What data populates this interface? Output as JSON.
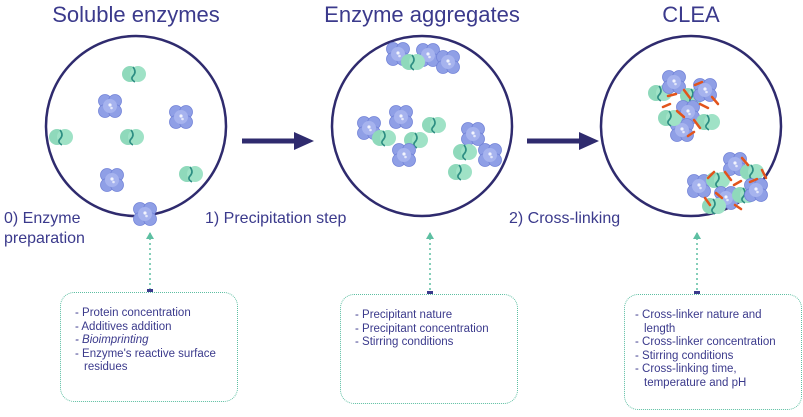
{
  "stages": [
    {
      "title": "Soluble enzymes"
    },
    {
      "title": "Enzyme aggregates"
    },
    {
      "title": "CLEA"
    }
  ],
  "steps": [
    {
      "label": "0) Enzyme preparation"
    },
    {
      "label": "1) Precipitation step"
    },
    {
      "label": "2) Cross-linking"
    }
  ],
  "panels": [
    {
      "items": [
        "Protein concentration",
        "Additives addition",
        "Bioimprinting",
        "Enzyme's reactive surface residues"
      ],
      "italic_index": 2
    },
    {
      "items": [
        "Precipitant nature",
        "Precipitant concentration",
        "Stirring conditions"
      ]
    },
    {
      "items": [
        "Cross-linker nature and length",
        "Cross-linker concentration",
        "Stirring conditions",
        "Cross-linking time, temperature and pH"
      ]
    }
  ],
  "colors": {
    "primary": "#3b3a8c",
    "enzyme_blue": "#8f9fe6",
    "enzyme_green": "#8fd9bb",
    "crosslink": "#e2541c",
    "dotted_line": "#5dbfa2"
  }
}
